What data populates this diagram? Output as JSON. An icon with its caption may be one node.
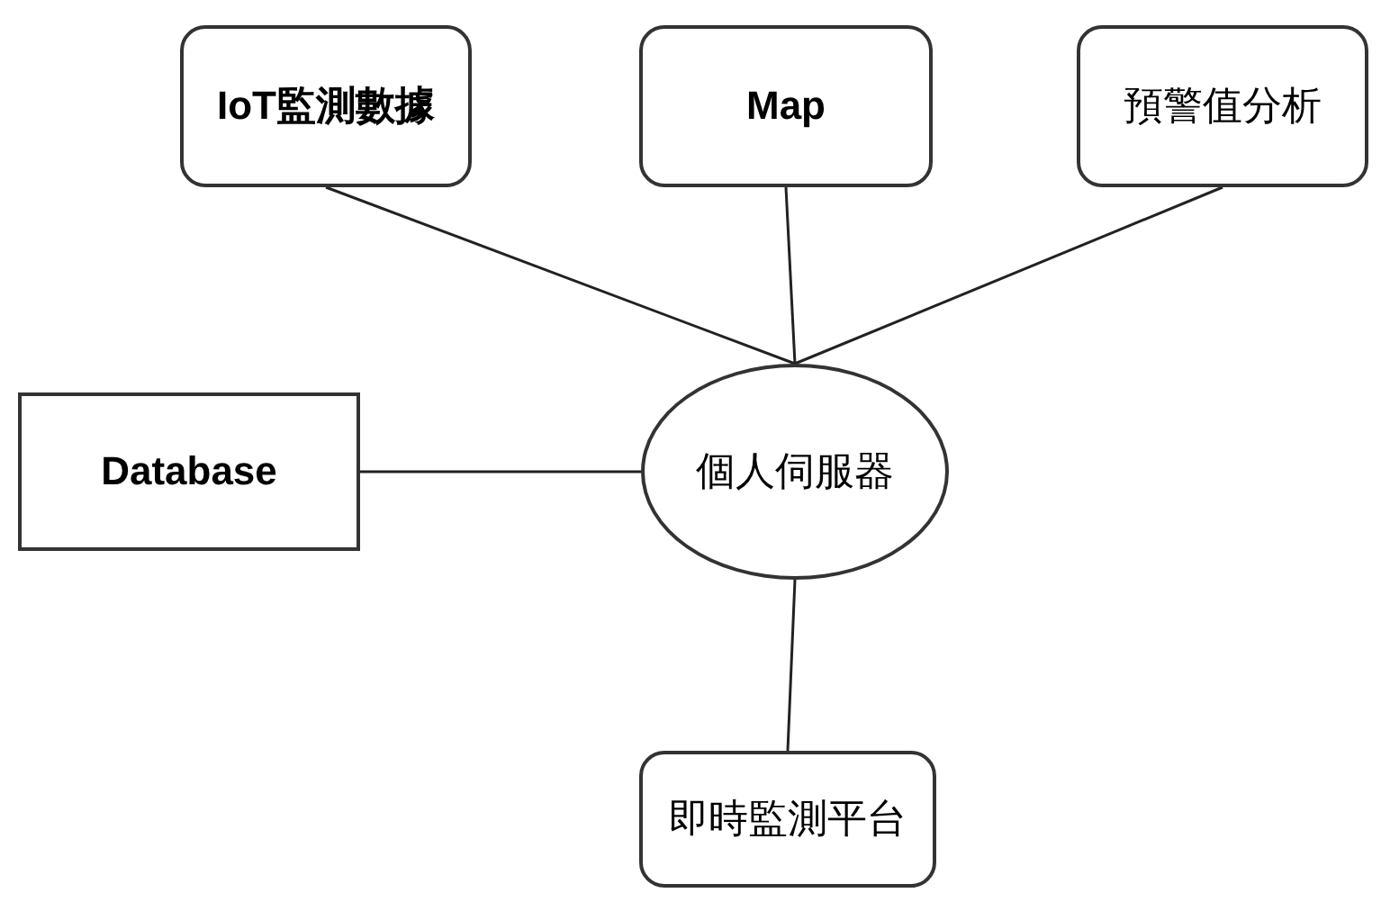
{
  "diagram": {
    "nodes": [
      {
        "text": [
          "IoT監測數據"
        ]
      },
      {
        "text": [
          "Map"
        ]
      },
      {
        "text": [
          "預警值分析"
        ]
      },
      {
        "text": [
          "Database"
        ]
      },
      {
        "text": [
          "個人伺服器"
        ]
      },
      {
        "text": [
          "即時監測平台"
        ]
      }
    ],
    "edges": [
      {
        "from": 0,
        "to": 4,
        "arrow": "none"
      },
      {
        "from": 1,
        "to": 4,
        "arrow": "none"
      },
      {
        "from": 2,
        "to": 4,
        "arrow": "none"
      },
      {
        "from": 3,
        "to": 4,
        "arrow": "none"
      },
      {
        "from": 4,
        "to": 5,
        "arrow": "none"
      }
    ]
  }
}
